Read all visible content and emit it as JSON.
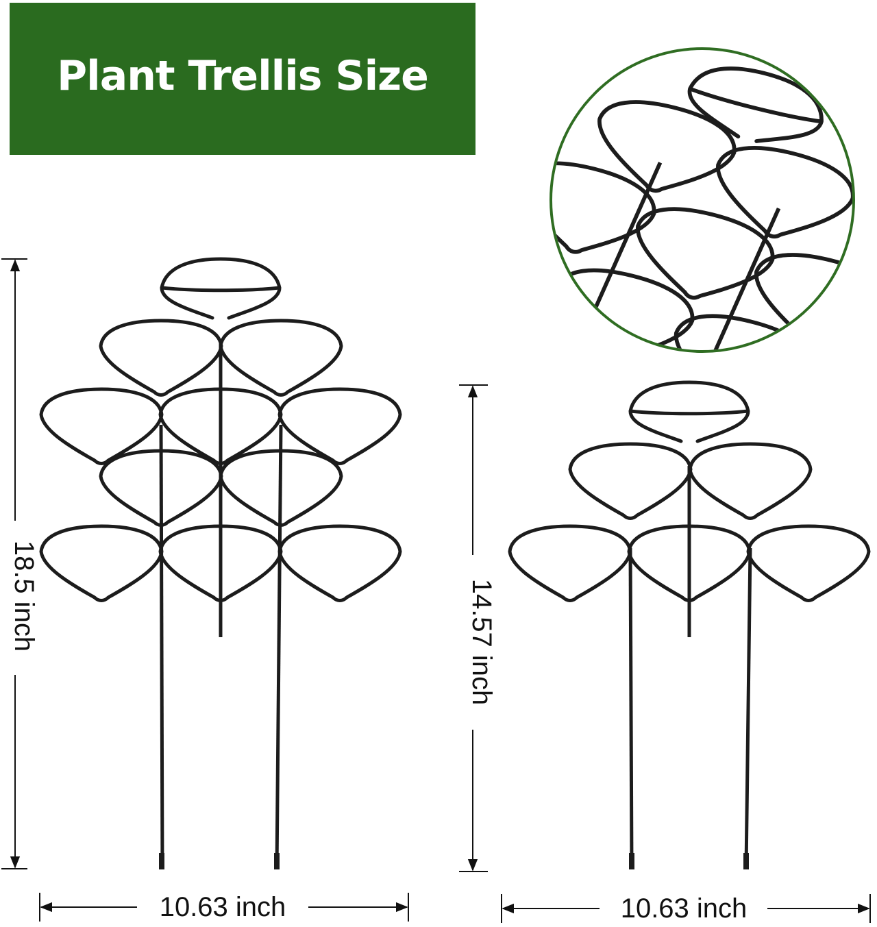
{
  "banner": {
    "title": "Plant Trellis Size",
    "color": "#2a6b1f"
  },
  "detail_circle": {
    "border_color": "#2f6d22"
  },
  "dimensions": {
    "large_height": "18.5 inch",
    "large_width": "10.63 inch",
    "small_height": "14.57 inch",
    "small_width": "10.63 inch"
  },
  "colors": {
    "trellis": "#1c1c1c",
    "dimension_line": "#111111"
  }
}
